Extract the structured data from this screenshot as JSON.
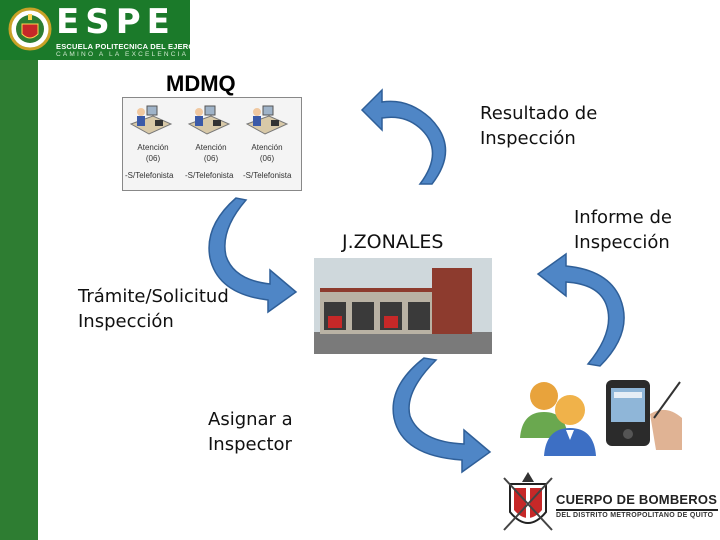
{
  "header": {
    "brand": "ESPE",
    "subtitle": "ESCUELA POLITECNICA DEL EJERCITO",
    "motto": "CAMINO A LA EXCELENCIA"
  },
  "mdmq": {
    "title": "MDMQ",
    "stations": [
      {
        "label": "Atención",
        "count": "(06)"
      },
      {
        "label": "Atención",
        "count": "(06)"
      },
      {
        "label": "Atención",
        "count": "(06)"
      }
    ],
    "telefonista": [
      "-S/Telefonista",
      "-S/Telefonista",
      "-S/Telefonista"
    ]
  },
  "labels": {
    "resultado_l1": "Resultado de",
    "resultado_l2": "Inspección",
    "informe_l1": "Informe de",
    "informe_l2": "Inspección",
    "jzonales": "J.ZONALES",
    "tramite_l1": "Trámite/Solicitud",
    "tramite_l2": "Inspección",
    "asignar_l1": "Asignar a",
    "asignar_l2": "Inspector"
  },
  "bomberos": {
    "title": "CUERPO DE BOMBEROS",
    "subtitle": "DEL DISTRITO METROPOLITANO DE QUITO"
  },
  "colors": {
    "green": "#2e7d32",
    "arrow_blue": "#4f86c6",
    "arrow_outline": "#2f5f98"
  }
}
